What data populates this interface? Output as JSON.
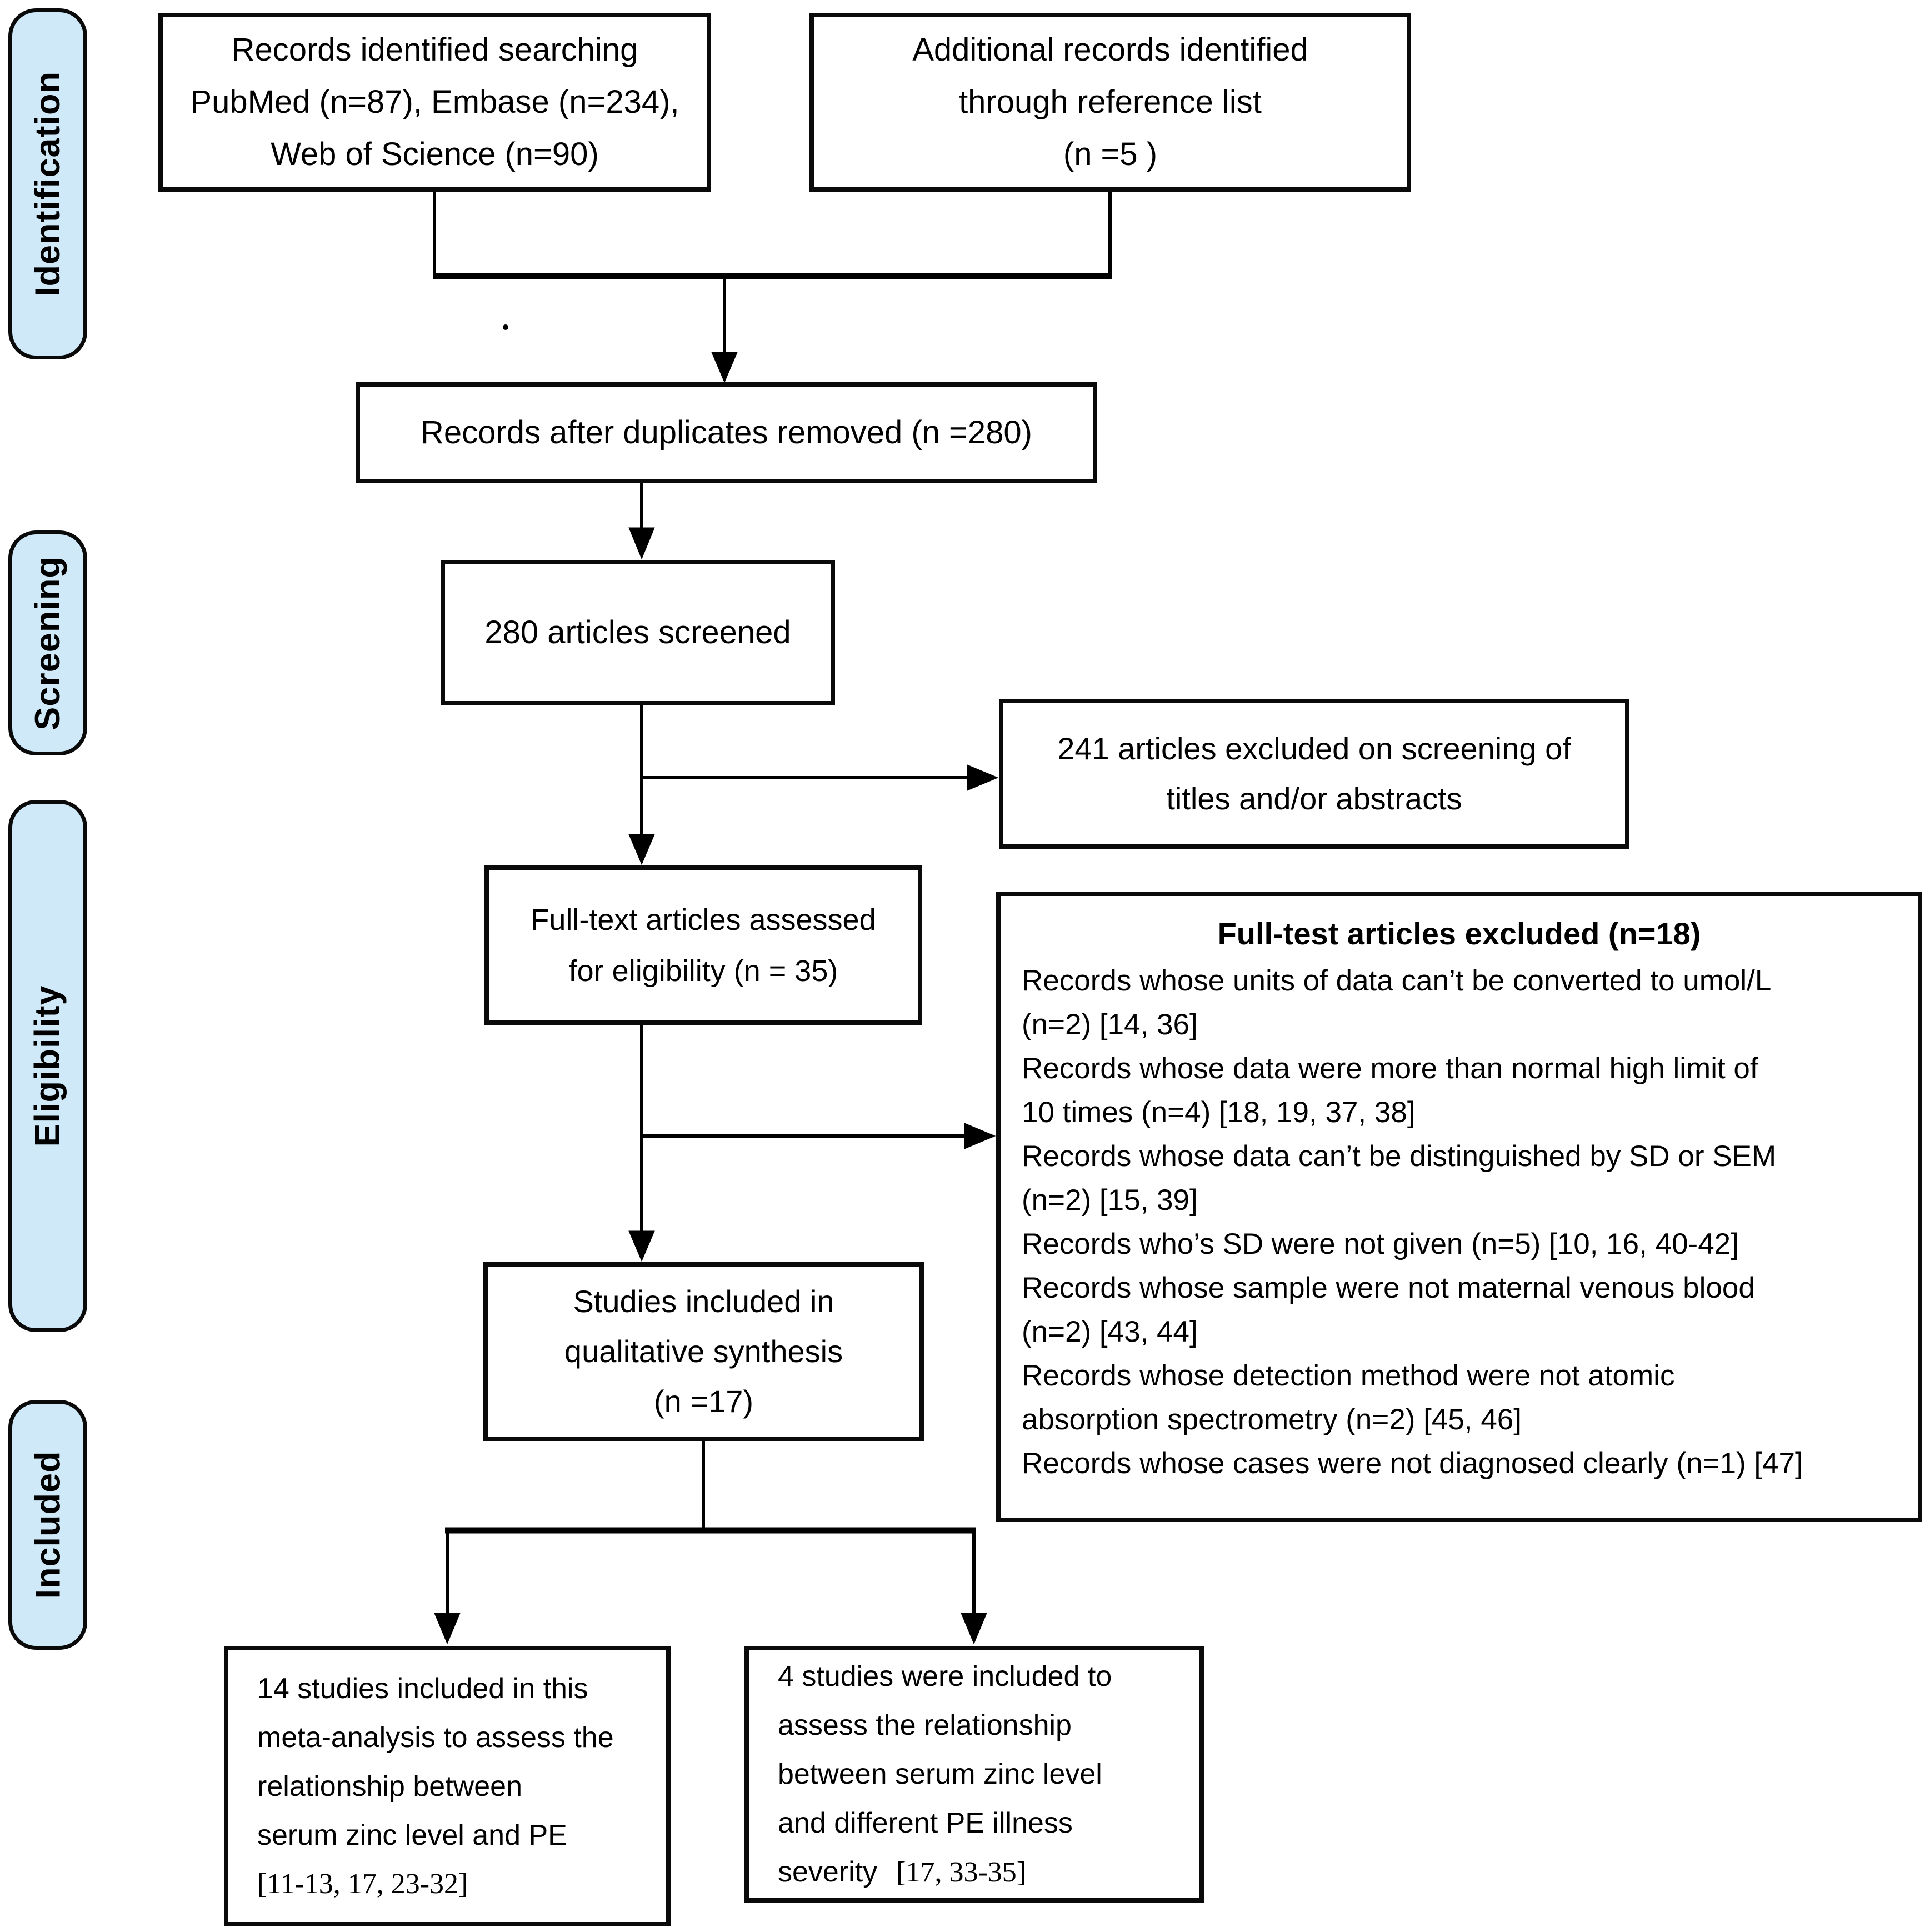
{
  "sidebar": {
    "stages": [
      {
        "label": "Identification"
      },
      {
        "label": "Screening"
      },
      {
        "label": "Eligibility"
      },
      {
        "label": "Included"
      }
    ],
    "pill_fill": "#cfe9f8"
  },
  "boxes": {
    "records_identified": {
      "lines": [
        "Records identified searching",
        "PubMed (n=87), Embase (n=234),",
        "Web of Science (n=90)"
      ]
    },
    "additional_records": {
      "lines": [
        "Additional records identified",
        "through reference list",
        "(n =5 )"
      ]
    },
    "duplicates_removed": {
      "lines": [
        "Records after duplicates removed (n =280)"
      ]
    },
    "articles_screened": {
      "lines": [
        "280 articles screened"
      ]
    },
    "excluded_screening": {
      "lines": [
        "241 articles excluded on screening of",
        "titles and/or abstracts"
      ]
    },
    "fulltext_assessed": {
      "lines": [
        "Full-text articles assessed",
        "for eligibility (n = 35)"
      ]
    },
    "excluded_fulltext": {
      "title": "Full-test articles excluded (n=18)",
      "lines": [
        "Records whose units of data can’t be converted to umol/L",
        "(n=2) [14, 36]",
        " Records whose data were more than normal high limit of",
        "10 times (n=4) [18, 19, 37, 38]",
        "Records whose data can’t be distinguished by SD or SEM",
        "(n=2) [15, 39]",
        "Records who’s SD were not given (n=5) [10, 16, 40-42]",
        "Records whose sample were not maternal venous blood",
        "(n=2) [43, 44]",
        "Records whose detection method were not atomic",
        "absorption spectrometry (n=2) [45, 46]",
        "Records whose cases were not diagnosed clearly (n=1) [47]"
      ]
    },
    "studies_qualitative": {
      "lines": [
        "Studies included in",
        "qualitative synthesis",
        "(n =17)"
      ]
    },
    "meta_analysis": {
      "lines": [
        "14 studies included in this",
        "meta-analysis to assess the",
        "relationship between",
        "serum zinc level and PE"
      ],
      "citation": "[11-13, 17, 23-32]"
    },
    "severity": {
      "lines": [
        "4 studies were included to",
        "assess the relationship",
        "between serum zinc level",
        "and different PE illness"
      ],
      "last_label": "severity",
      "citation": "[17, 33-35]"
    }
  }
}
